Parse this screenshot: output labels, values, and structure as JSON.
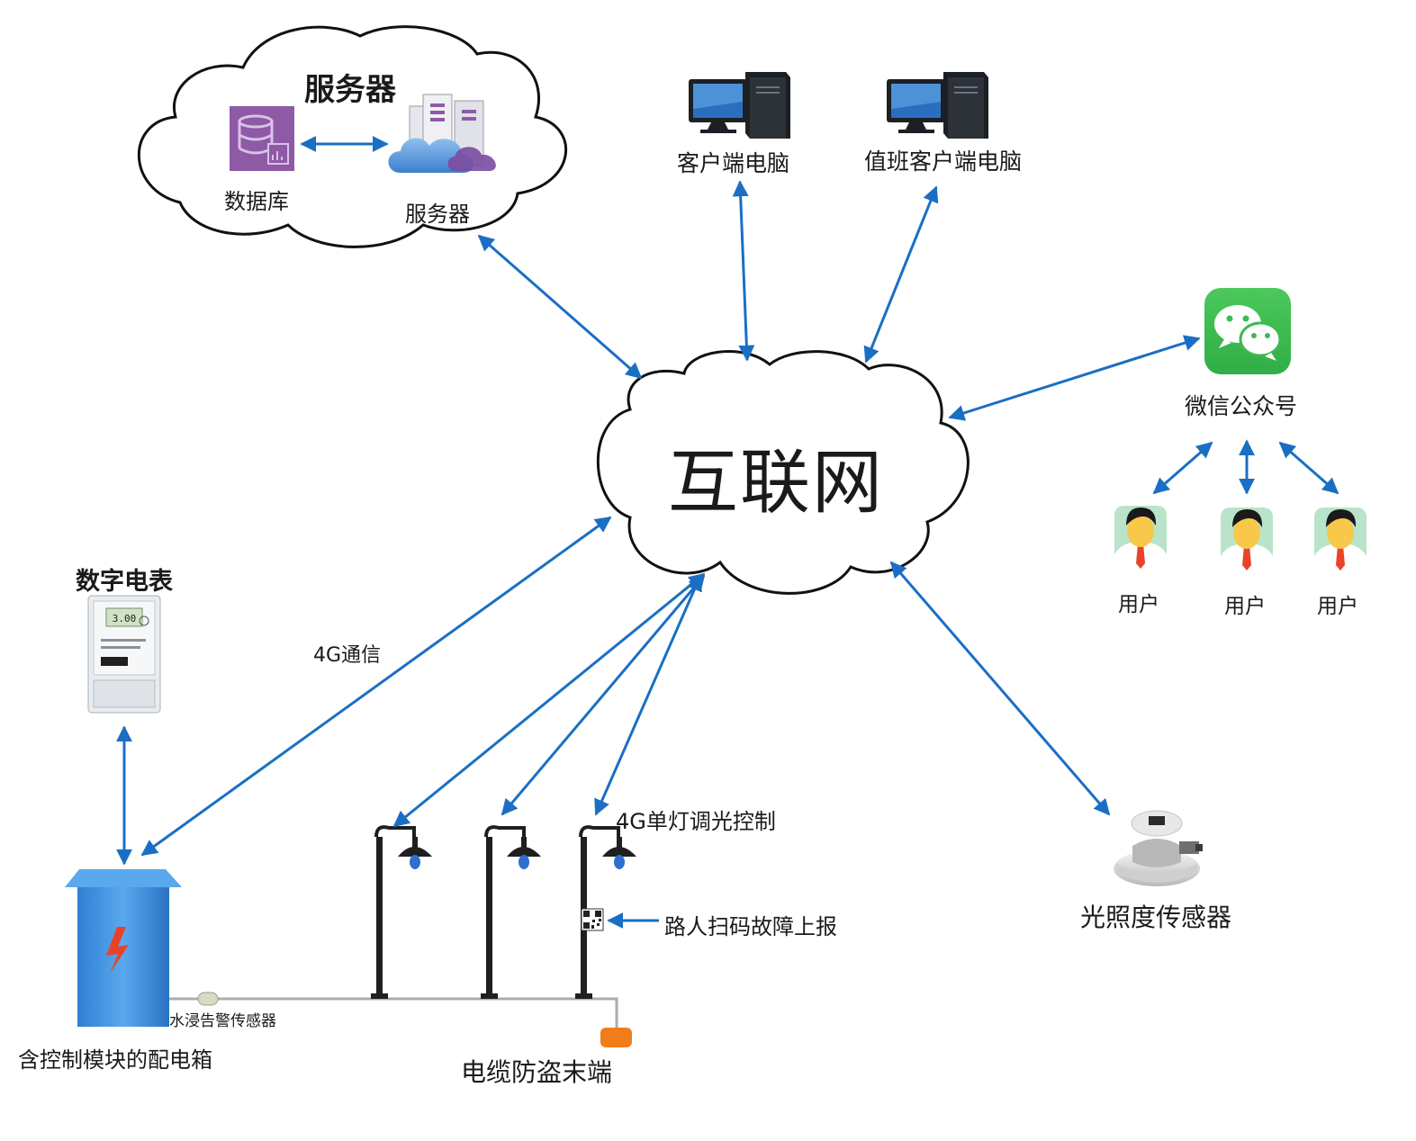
{
  "server_cloud": {
    "title": "服务器",
    "database_label": "数据库",
    "server_label": "服务器"
  },
  "client_pc_label": "客户端电脑",
  "duty_pc_label": "值班客户端电脑",
  "internet_label": "互联网",
  "wechat_label": "微信公众号",
  "users": [
    "用户",
    "用户",
    "用户"
  ],
  "meter_label": "数字电表",
  "comm_4g_label": "4G通信",
  "single_lamp_label": "4G单灯调光控制",
  "qr_report_label": "路人扫码故障上报",
  "light_sensor_label": "光照度传感器",
  "water_sensor_label": "水浸告警传感器",
  "cabinet_label": "含控制模块的配电箱",
  "cable_terminal_label": "电缆防盗末端",
  "meter_display": "3.00",
  "colors": {
    "arrow": "#1a6fc4",
    "cabinet": "#3e8fdd",
    "wechat": "#3fb950",
    "database": "#8e5aa6",
    "terminal": "#f07d1a",
    "lightning": "#e8432a"
  }
}
